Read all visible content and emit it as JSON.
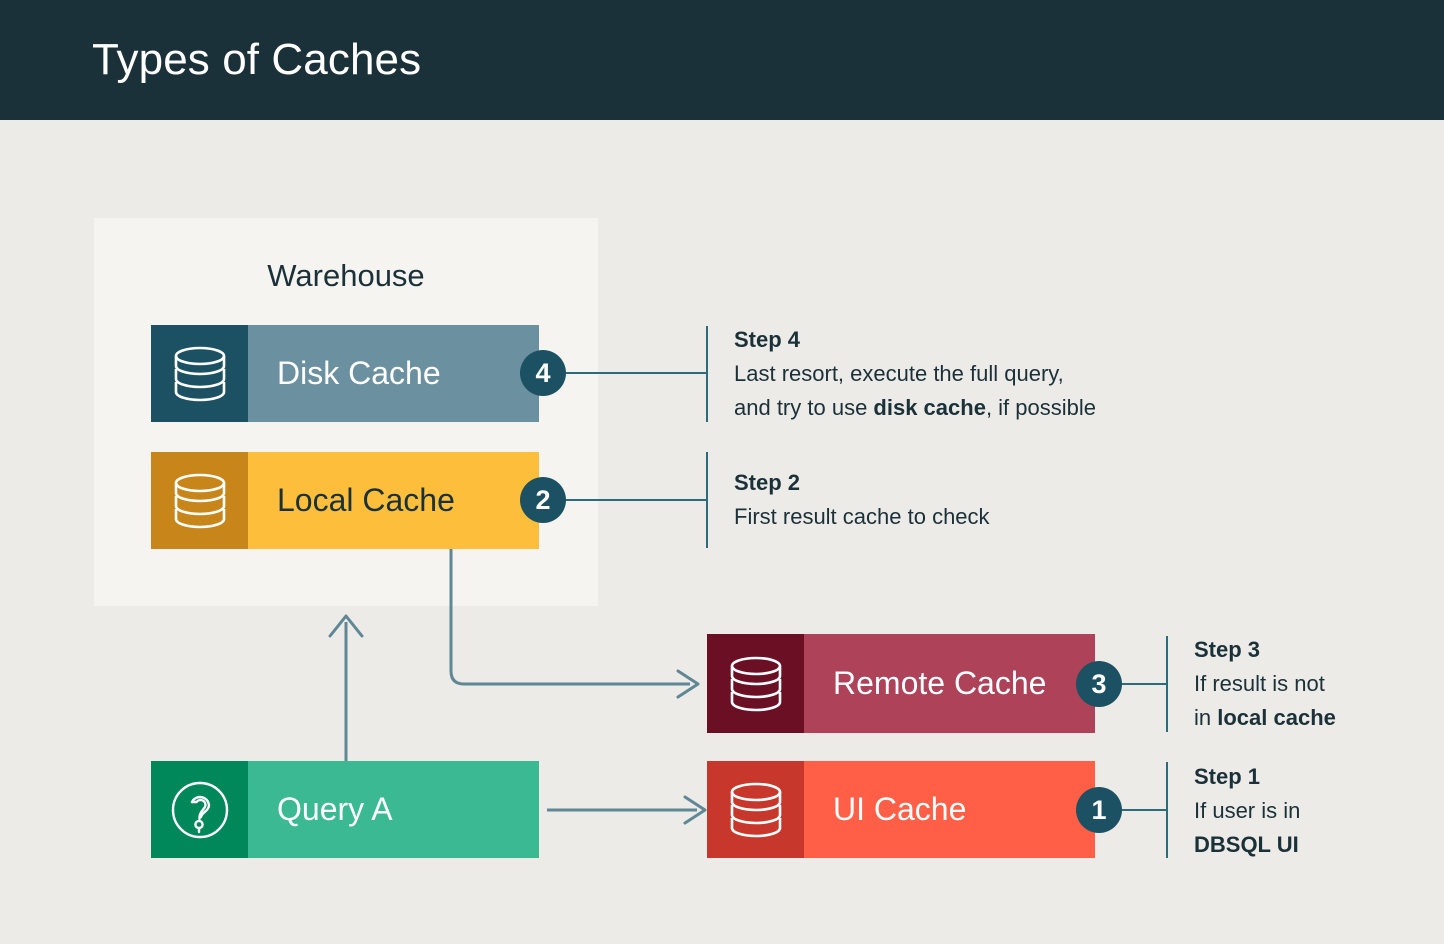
{
  "header": {
    "title": "Types of Caches",
    "background": "#1B3139",
    "text_color": "#FFFFFF"
  },
  "canvas": {
    "background": "#EDEBE7",
    "accent_line": "#2D6A7A",
    "badge_color": "#1B5162",
    "text_color": "#1B3139"
  },
  "warehouse": {
    "label": "Warehouse",
    "background": "#F6F4F0"
  },
  "bars": [
    {
      "id": "disk-cache",
      "label": "Disk Cache",
      "icon": "database-icon",
      "icon_bg": "#1B5162",
      "body_bg": "#6B909F",
      "text_color": "#FFFFFF",
      "badge": "4"
    },
    {
      "id": "local-cache",
      "label": "Local Cache",
      "icon": "database-icon",
      "icon_bg": "#C8861A",
      "body_bg": "#FDBF3B",
      "text_color": "#1B3139",
      "badge": "2"
    },
    {
      "id": "remote-cache",
      "label": "Remote Cache",
      "icon": "database-icon",
      "icon_bg": "#6B0F24",
      "body_bg": "#AD4259",
      "text_color": "#FFFFFF",
      "badge": "3"
    },
    {
      "id": "ui-cache",
      "label": "UI Cache",
      "icon": "database-icon",
      "icon_bg": "#C8372B",
      "body_bg": "#FF5F46",
      "text_color": "#FFFFFF",
      "badge": "1"
    },
    {
      "id": "query-a",
      "label": "Query A",
      "icon": "question-mark-circle-icon",
      "icon_bg": "#00875A",
      "body_bg": "#3BB992",
      "text_color": "#FFFFFF",
      "badge": ""
    }
  ],
  "steps": [
    {
      "id": "step-4",
      "title": "Step 4",
      "line1": "Last resort, execute the full query,",
      "line2_prefix": "and try to use ",
      "line2_bold": "disk cache",
      "line2_suffix": ", if possible",
      "badge": "4",
      "targets": "disk-cache"
    },
    {
      "id": "step-2",
      "title": "Step 2",
      "line1": "First result cache to check",
      "line2_prefix": "",
      "line2_bold": "",
      "line2_suffix": "",
      "badge": "2",
      "targets": "local-cache"
    },
    {
      "id": "step-3",
      "title": "Step 3",
      "line1": "If result is not",
      "line2_prefix": "in ",
      "line2_bold": "local cache",
      "line2_suffix": "",
      "badge": "3",
      "targets": "remote-cache"
    },
    {
      "id": "step-1",
      "title": "Step 1",
      "line1": "If user is in",
      "line2_prefix": "",
      "line2_bold": "DBSQL UI",
      "line2_suffix": "",
      "badge": "1",
      "targets": "ui-cache"
    }
  ],
  "flows": [
    {
      "id": "query-to-warehouse",
      "from": "query-a",
      "to": "warehouse",
      "style": "arrow-up"
    },
    {
      "id": "local-to-remote",
      "from": "local-cache",
      "to": "remote-cache",
      "style": "elbow-right"
    },
    {
      "id": "query-to-ui",
      "from": "query-a",
      "to": "ui-cache",
      "style": "arrow-right"
    }
  ]
}
